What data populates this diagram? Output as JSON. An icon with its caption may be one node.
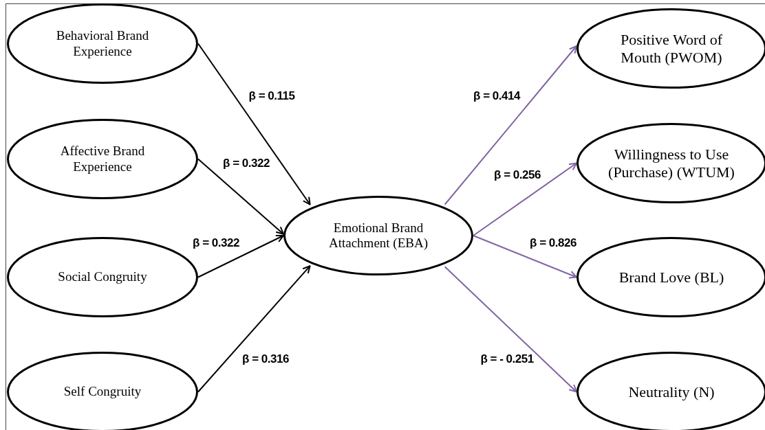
{
  "diagram": {
    "nodes": [
      {
        "text": [
          "Behavioral Brand Experience"
        ]
      },
      {
        "text": [
          "Affective Brand Experience"
        ]
      },
      {
        "text": [
          "Social Congruity"
        ]
      },
      {
        "text": [
          "Self Congruity"
        ]
      },
      {
        "text": [
          "Emotional Brand Attachment (EBA)"
        ]
      },
      {
        "text": [
          "Positive Word of Mouth (PWOM)"
        ]
      },
      {
        "text": [
          "Willingness to Use (Purchase) (WTUM)"
        ]
      },
      {
        "text": [
          "Brand Love (BL)"
        ]
      },
      {
        "text": [
          "Neutrality (N)"
        ]
      }
    ],
    "edges": [
      {
        "from": 0,
        "to": 4,
        "arrow": "to",
        "label": "β = 0.115"
      },
      {
        "from": 1,
        "to": 4,
        "arrow": "to",
        "label": "β = 0.322"
      },
      {
        "from": 2,
        "to": 4,
        "arrow": "to",
        "label": "β = 0.322"
      },
      {
        "from": 3,
        "to": 4,
        "arrow": "to",
        "label": "β = 0.316"
      },
      {
        "from": 4,
        "to": 5,
        "arrow": "to",
        "label": "β = 0.414",
        "color": "#8064a2"
      },
      {
        "from": 4,
        "to": 6,
        "arrow": "to",
        "label": "β = 0.256",
        "color": "#8064a2"
      },
      {
        "from": 4,
        "to": 7,
        "arrow": "to",
        "label": "β = 0.826",
        "color": "#8064a2"
      },
      {
        "from": 4,
        "to": 8,
        "arrow": "to",
        "label": "β = - 0.251",
        "color": "#8064a2"
      }
    ]
  }
}
